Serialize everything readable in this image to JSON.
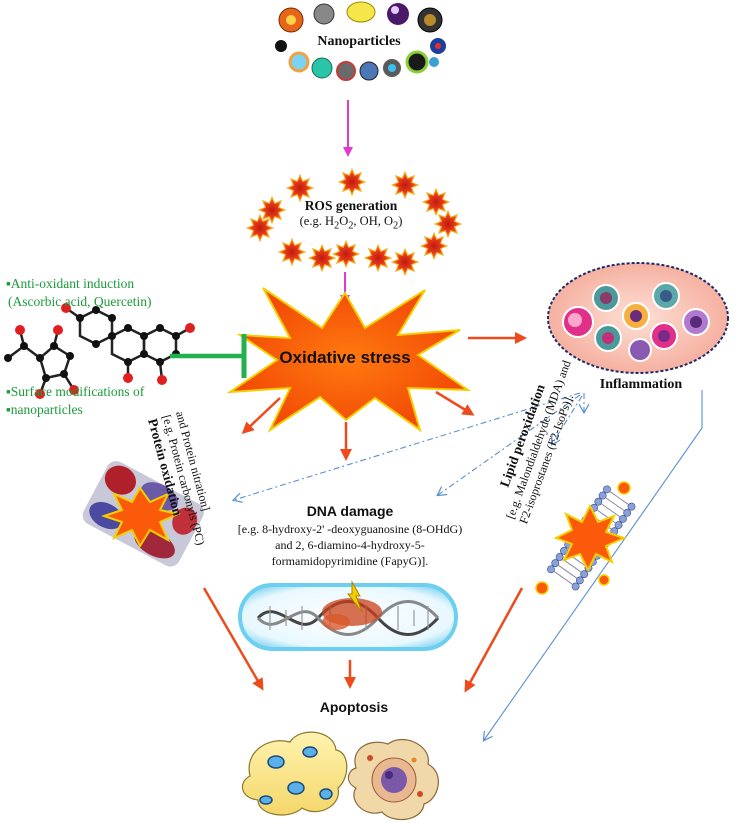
{
  "nanoparticles": {
    "label": "Nanoparticles"
  },
  "ros": {
    "title": "ROS generation",
    "example_prefix": "(e.g. H",
    "h2o2_sub1": "2",
    "h2o2_o": "O",
    "h2o2_sub2": "2",
    "rest": ", OH, O",
    "o2_sub": "2",
    "close": ")"
  },
  "antioxidant": {
    "line1": "Anti-oxidant induction",
    "line2": "(Ascorbic acid, Quercetin)",
    "line3": "Surface modifications of",
    "line4": "nanoparticles"
  },
  "oxidative_stress": {
    "label": "Oxidative stress"
  },
  "inflammation": {
    "label": "Inflammation"
  },
  "protein_oxidation": {
    "title": "Protein oxidation",
    "line1": "[e.g. Protein carbonyls (PC)",
    "line2": "and Protein nitration]"
  },
  "lipid_peroxidation": {
    "title": "Lipid peroxidation",
    "line1": "[e.g. Malondialdehyde (MDA) and",
    "line2": "F2-isoprostanes (F2-IsoPs)]."
  },
  "dna_damage": {
    "title": "DNA damage",
    "line1": "[e.g. 8-hydroxy-2' -deoxyguanosine (8-OHdG)",
    "line2": "and 2, 6-diamino-4-hydroxy-5-",
    "line3": "formamidopyrimidine (FapyG)]."
  },
  "apoptosis": {
    "label": "Apoptosis"
  },
  "colors": {
    "magenta_arrow": "#e23ad0",
    "orange_arrow": "#ee4a1c",
    "blue_dashed": "#5a8fd0",
    "green_inhibit": "#22b14c",
    "burst_fill": "#fa5a0a",
    "burst_stroke": "#f2d000",
    "inflammation_fill": "#f8c0b0"
  }
}
